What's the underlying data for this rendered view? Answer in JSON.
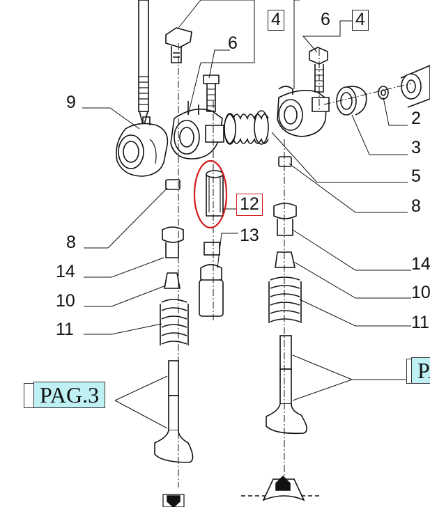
{
  "callouts": {
    "c4_top": "4",
    "c6_top": "6",
    "c4_right": "4",
    "c6_mid": "6",
    "c9": "9",
    "c2": "2",
    "c3": "3",
    "c5": "5",
    "c12": "12",
    "c8_right": "8",
    "c13": "13",
    "c8_left": "8",
    "c14_left": "14",
    "c14_right": "14",
    "c10_left": "10",
    "c10_right": "10",
    "c11_left": "11",
    "c11_right": "11"
  },
  "page_refs": {
    "left": "PAG.3",
    "right": "PA"
  },
  "highlight_color": "#d11a1a",
  "page_ref_color": "#bff1f4"
}
